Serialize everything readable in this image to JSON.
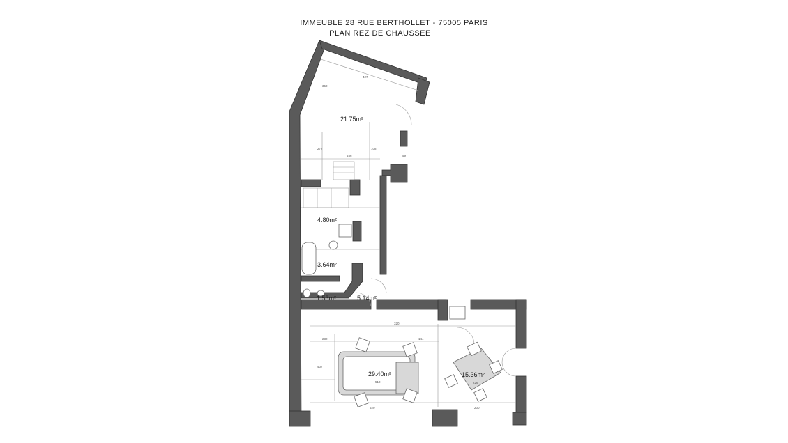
{
  "title": {
    "line1": "IMMEUBLE 28 RUE BERTHOLLET - 75005 PARIS",
    "line2": "PLAN REZ DE CHAUSSEE"
  },
  "rooms": [
    {
      "area": "21.75m²"
    },
    {
      "area": "4.80m²"
    },
    {
      "area": "3.64m²"
    },
    {
      "area": "1.53m²"
    },
    {
      "area": "5.14m²"
    },
    {
      "area": "29.40m²"
    },
    {
      "area": "15.36m²"
    }
  ],
  "dimensions": [
    "427",
    "350",
    "456",
    "277",
    "108",
    "320",
    "232",
    "144",
    "510",
    "407",
    "226",
    "520",
    "200",
    "59"
  ],
  "colors": {
    "wall": "#5a5a5a",
    "furniture": "#d8d8d8"
  }
}
